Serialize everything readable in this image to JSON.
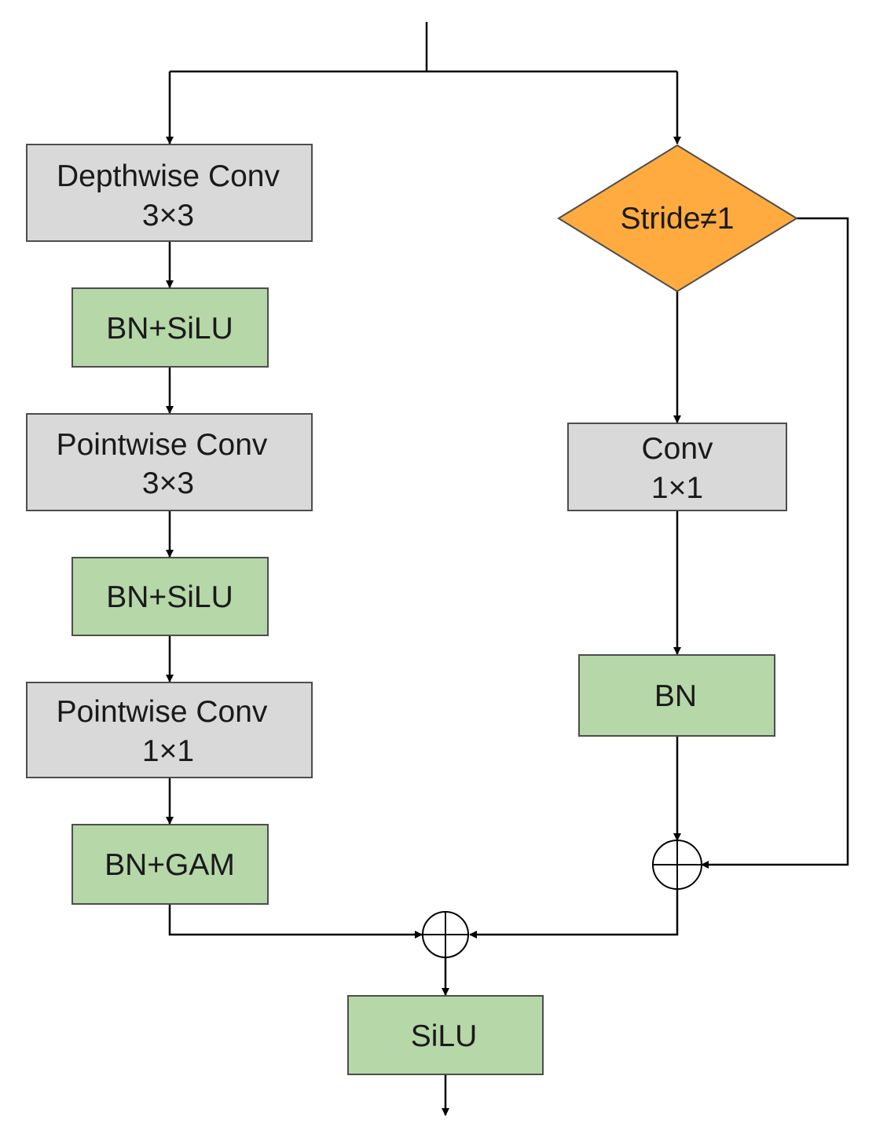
{
  "diagram": {
    "colors": {
      "conv_fill": "#d9d9d9",
      "norm_fill": "#b6d7a8",
      "decision_fill": "#ffab40",
      "stroke": "#4d4d4d",
      "line": "#000000"
    },
    "left_branch": {
      "depthwise_conv": {
        "line1": "Depthwise Conv",
        "line2": "3×3"
      },
      "bn_silu_1": {
        "label": "BN+SiLU"
      },
      "pointwise_conv_1": {
        "line1": "Pointwise Conv",
        "line2": "3×3"
      },
      "bn_silu_2": {
        "label": "BN+SiLU"
      },
      "pointwise_conv_2": {
        "line1": "Pointwise Conv",
        "line2": "1×1"
      },
      "bn_gam": {
        "label": "BN+GAM"
      }
    },
    "right_branch": {
      "decision": {
        "label": "Stride≠1"
      },
      "conv": {
        "line1": "Conv",
        "line2": "1×1"
      },
      "bn": {
        "label": "BN"
      }
    },
    "output": {
      "silu": {
        "label": "SiLU"
      }
    }
  }
}
